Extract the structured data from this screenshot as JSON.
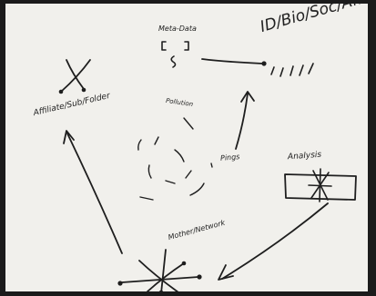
{
  "labels": {
    "meta_data": "Meta-Data",
    "id_bio": "ID/Bio/Soc/Aff",
    "affiliate": "Affiliate/Sub/Folder",
    "pollution": "Pollution",
    "pings": "Pings",
    "analysis": "Analysis",
    "mother_network": "Mother/Network"
  },
  "colors": {
    "ink": "#1e1e1e",
    "paper": "#f1f0ec"
  }
}
